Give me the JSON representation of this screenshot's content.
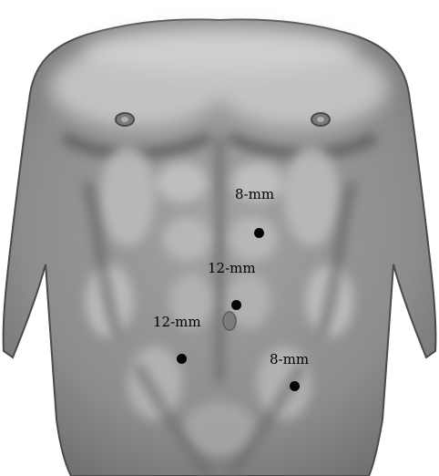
{
  "figure": {
    "subject": "anterior torso illustration",
    "colors": {
      "skin": "#8f8f8f",
      "skin_light": "#c4c4c4",
      "skin_dark": "#5e5e5e",
      "outline": "#3f3f3f",
      "port_marker": "#050505"
    },
    "ports": [
      {
        "label": "8-mm"
      },
      {
        "label": "12-mm"
      },
      {
        "label": "12-mm"
      },
      {
        "label": "8-mm"
      }
    ]
  }
}
